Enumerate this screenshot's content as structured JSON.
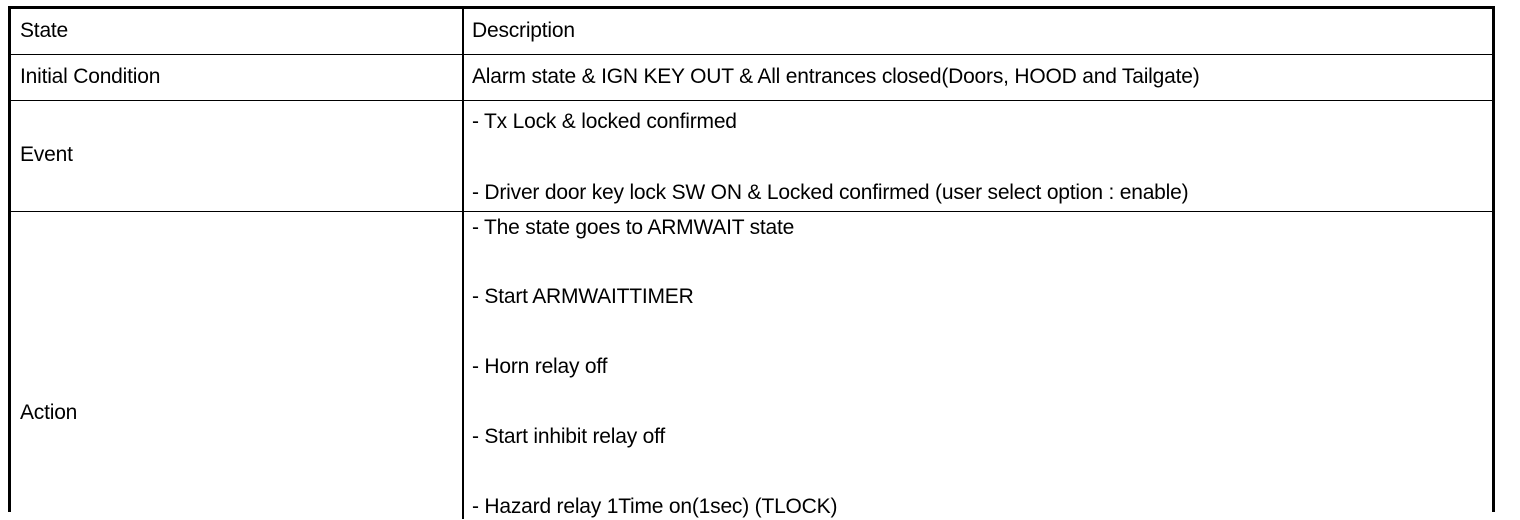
{
  "table": {
    "columns": [
      {
        "key": "state",
        "header": "State"
      },
      {
        "key": "description",
        "header": "Description"
      }
    ],
    "rows": [
      {
        "state": "Initial Condition",
        "description_lines": [
          "Alarm state & IGN KEY OUT & All entrances closed(Doors, HOOD and Tailgate)"
        ]
      },
      {
        "state": "Event",
        "description_lines": [
          "-  Tx Lock & locked confirmed",
          "-  Driver door key lock SW ON & Locked confirmed (user select option : enable)"
        ]
      },
      {
        "state": "Action",
        "description_lines": [
          "-  The state goes to ARMWAIT state",
          "-  Start ARMWAITTIMER",
          "-  Horn relay off",
          "-  Start inhibit relay off",
          "-  Hazard relay 1Time on(1sec) (TLOCK)"
        ]
      }
    ]
  },
  "colors": {
    "border": "#000000",
    "text": "#000000",
    "background": "#ffffff"
  }
}
